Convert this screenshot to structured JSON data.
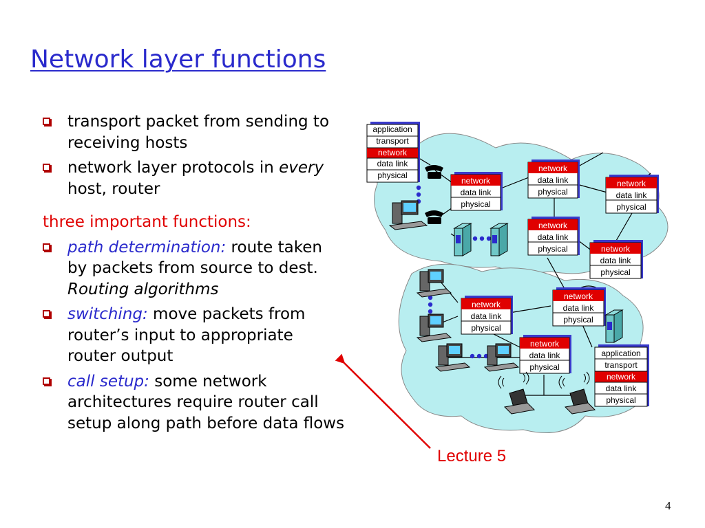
{
  "title": "Network layer functions",
  "bullets_top": [
    {
      "text": "transport packet from sending to receiving hosts"
    },
    {
      "pre": "network layer protocols in ",
      "em": "every",
      "post": " host, router"
    }
  ],
  "subhead": "three important functions:",
  "functions": [
    {
      "term": "path determination:",
      "desc": " route taken by packets from source to dest. ",
      "em": "Routing algorithms"
    },
    {
      "term": "switching:",
      "desc": " move packets from router’s input to appropriate router output"
    },
    {
      "term": "call setup:",
      "desc": " some network architectures require router call setup along path before data flows"
    }
  ],
  "annotation": "Lecture 5",
  "page_number": "4",
  "stack_labels": {
    "application": "application",
    "transport": "transport",
    "network": "network",
    "data_link": "data link",
    "physical": "physical"
  },
  "colors": {
    "title": "#2a2acc",
    "accent_red": "#e00000",
    "cloud": "#b8eef0",
    "stack_shadow": "#3a3acc"
  },
  "icons": [
    "telephone-icon",
    "desktop-computer-icon",
    "server-tower-icon",
    "laptop-icon",
    "wireless-signal-icon",
    "ellipsis-dots-icon"
  ]
}
